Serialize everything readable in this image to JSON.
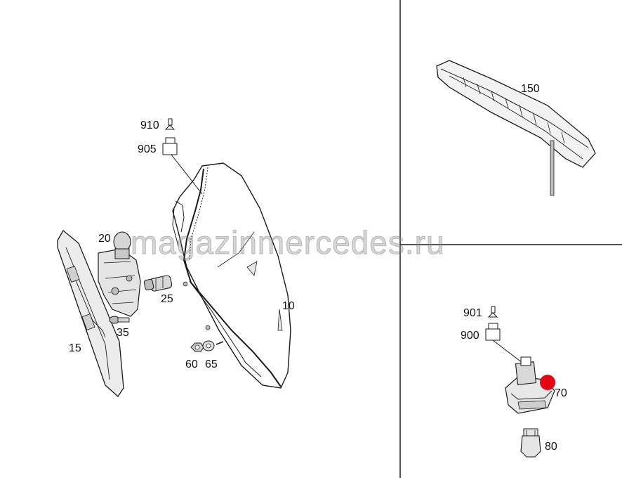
{
  "watermark": "magazinmercedes.ru",
  "colors": {
    "line": "#1a1a1a",
    "fill_light": "#f0f0f0",
    "fill_mid": "#d8d8d8",
    "marker": "#e30613"
  },
  "labels": {
    "p10": "10",
    "p15": "15",
    "p20": "20",
    "p25": "25",
    "p35": "35",
    "p60": "60",
    "p65": "65",
    "p70": "70",
    "p80": "80",
    "p150": "150",
    "p900": "900",
    "p901": "901",
    "p905": "905",
    "p910": "910"
  },
  "icons": {
    "p910": "bulb-socket-icon",
    "p905": "connector-icon",
    "p901": "bulb-socket-icon",
    "p900": "connector-icon"
  }
}
